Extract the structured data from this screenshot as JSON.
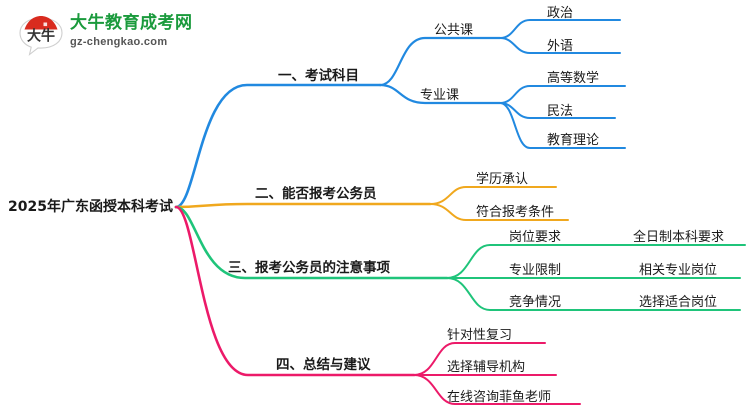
{
  "logo": {
    "name": "大牛教育成考网",
    "domain": "gz-chengkao.com",
    "mark_text": "大牛",
    "brand_color": "#1a9a3c",
    "mark_color": "#d92b1f"
  },
  "mindmap": {
    "root": {
      "label": "2025年广东函授本科考试"
    },
    "colors": {
      "branch1": "#2189e0",
      "branch2": "#f0a81e",
      "branch3": "#1fc47a",
      "branch4": "#ec1a69"
    },
    "branches": [
      {
        "index": "1",
        "label": "一、考试科目",
        "color": "#2189e0",
        "children": [
          {
            "label": "公共课",
            "children": [
              {
                "label": "政治"
              },
              {
                "label": "外语"
              }
            ]
          },
          {
            "label": "专业课",
            "children": [
              {
                "label": "高等数学"
              },
              {
                "label": "民法"
              },
              {
                "label": "教育理论"
              }
            ]
          }
        ]
      },
      {
        "index": "2",
        "label": "二、能否报考公务员",
        "color": "#f0a81e",
        "children": [
          {
            "label": "学历承认",
            "children": []
          },
          {
            "label": "符合报考条件",
            "children": []
          }
        ]
      },
      {
        "index": "3",
        "label": "三、报考公务员的注意事项",
        "color": "#1fc47a",
        "children": [
          {
            "label": "岗位要求",
            "children": [
              {
                "label": "全日制本科要求"
              }
            ]
          },
          {
            "label": "专业限制",
            "children": [
              {
                "label": "相关专业岗位"
              }
            ]
          },
          {
            "label": "竞争情况",
            "children": [
              {
                "label": "选择适合岗位"
              }
            ]
          }
        ]
      },
      {
        "index": "4",
        "label": "四、总结与建议",
        "color": "#ec1a69",
        "children": [
          {
            "label": "针对性复习",
            "children": []
          },
          {
            "label": "选择辅导机构",
            "children": []
          },
          {
            "label": "在线咨询菲鱼老师",
            "children": []
          }
        ]
      }
    ]
  }
}
